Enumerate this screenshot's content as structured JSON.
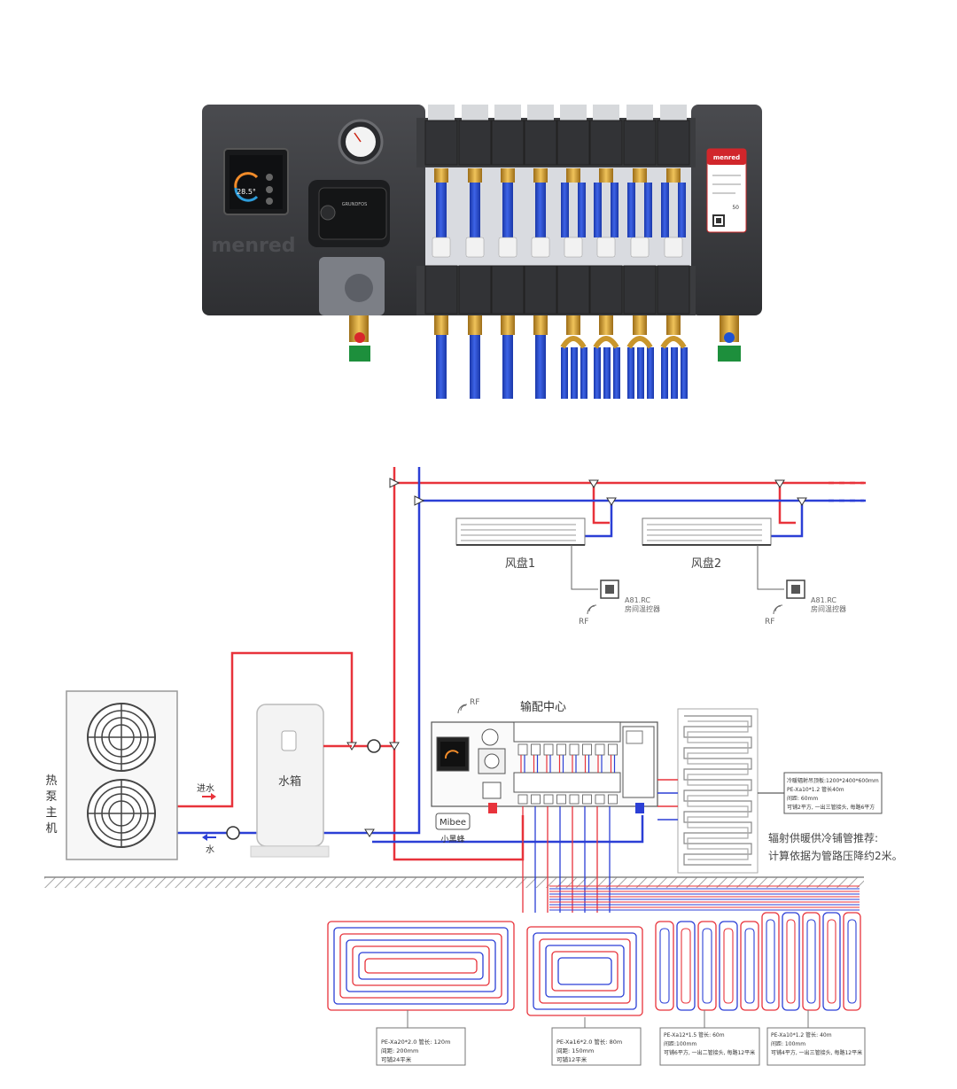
{
  "product": {
    "brand_logo": "menred",
    "thermostat": {
      "temperature": "28.5°"
    },
    "pump_brand": "GRUNDFOS",
    "label_card_brand": "menred",
    "label_card_number": "50"
  },
  "diagram": {
    "fan_coil_1": "风盘1",
    "fan_coil_2": "风盘2",
    "thermostat_1_model": "A81.RC",
    "thermostat_1_desc": "房间温控器",
    "thermostat_2_model": "A81.RC",
    "thermostat_2_desc": "房间温控器",
    "rf_1": "RF",
    "rf_2": "RF",
    "rf_3": "RF",
    "heat_pump_label": [
      "热",
      "泵",
      "主",
      "机"
    ],
    "water_in_label": "进水",
    "water_out_label": "水",
    "tank_label": "水箱",
    "distribution_center": "输配中心",
    "mibee_box": "Mibee",
    "mibee_sub": "小黑蜂",
    "panel_spec": [
      "冷暖辐射吊顶板:1200*2400*600mm",
      "PE-Xa10*1.2 管长40m",
      "间距: 60mm",
      "可铺2平方, 一出三管接头, 每路6平方"
    ],
    "recommend_title": "辐射供暖供冷铺管推荐:",
    "recommend_sub": "计算依据为管路压降约2米。",
    "spec_a": [
      "PE-Xa20*2.0 管长: 120m",
      "间距: 200mm",
      "可铺24平米"
    ],
    "spec_b": [
      "PE-Xa16*2.0 管长: 80m",
      "间距: 150mm",
      "可铺12平米"
    ],
    "spec_c": [
      "PE-Xa12*1.5 管长: 60m",
      "间距:100mm",
      "可铺6平方, 一出二管接头, 每路12平米"
    ],
    "spec_d": [
      "PE-Xa10*1.2 管长: 40m",
      "间距: 100mm",
      "可铺4平方, 一出三管接头, 每路12平米"
    ]
  },
  "colors": {
    "supply": "#e8333b",
    "return": "#2b3fd6",
    "housing": "#3a3b3e",
    "brass": "#c9962c",
    "pipe_blue": "#1f43c4"
  }
}
